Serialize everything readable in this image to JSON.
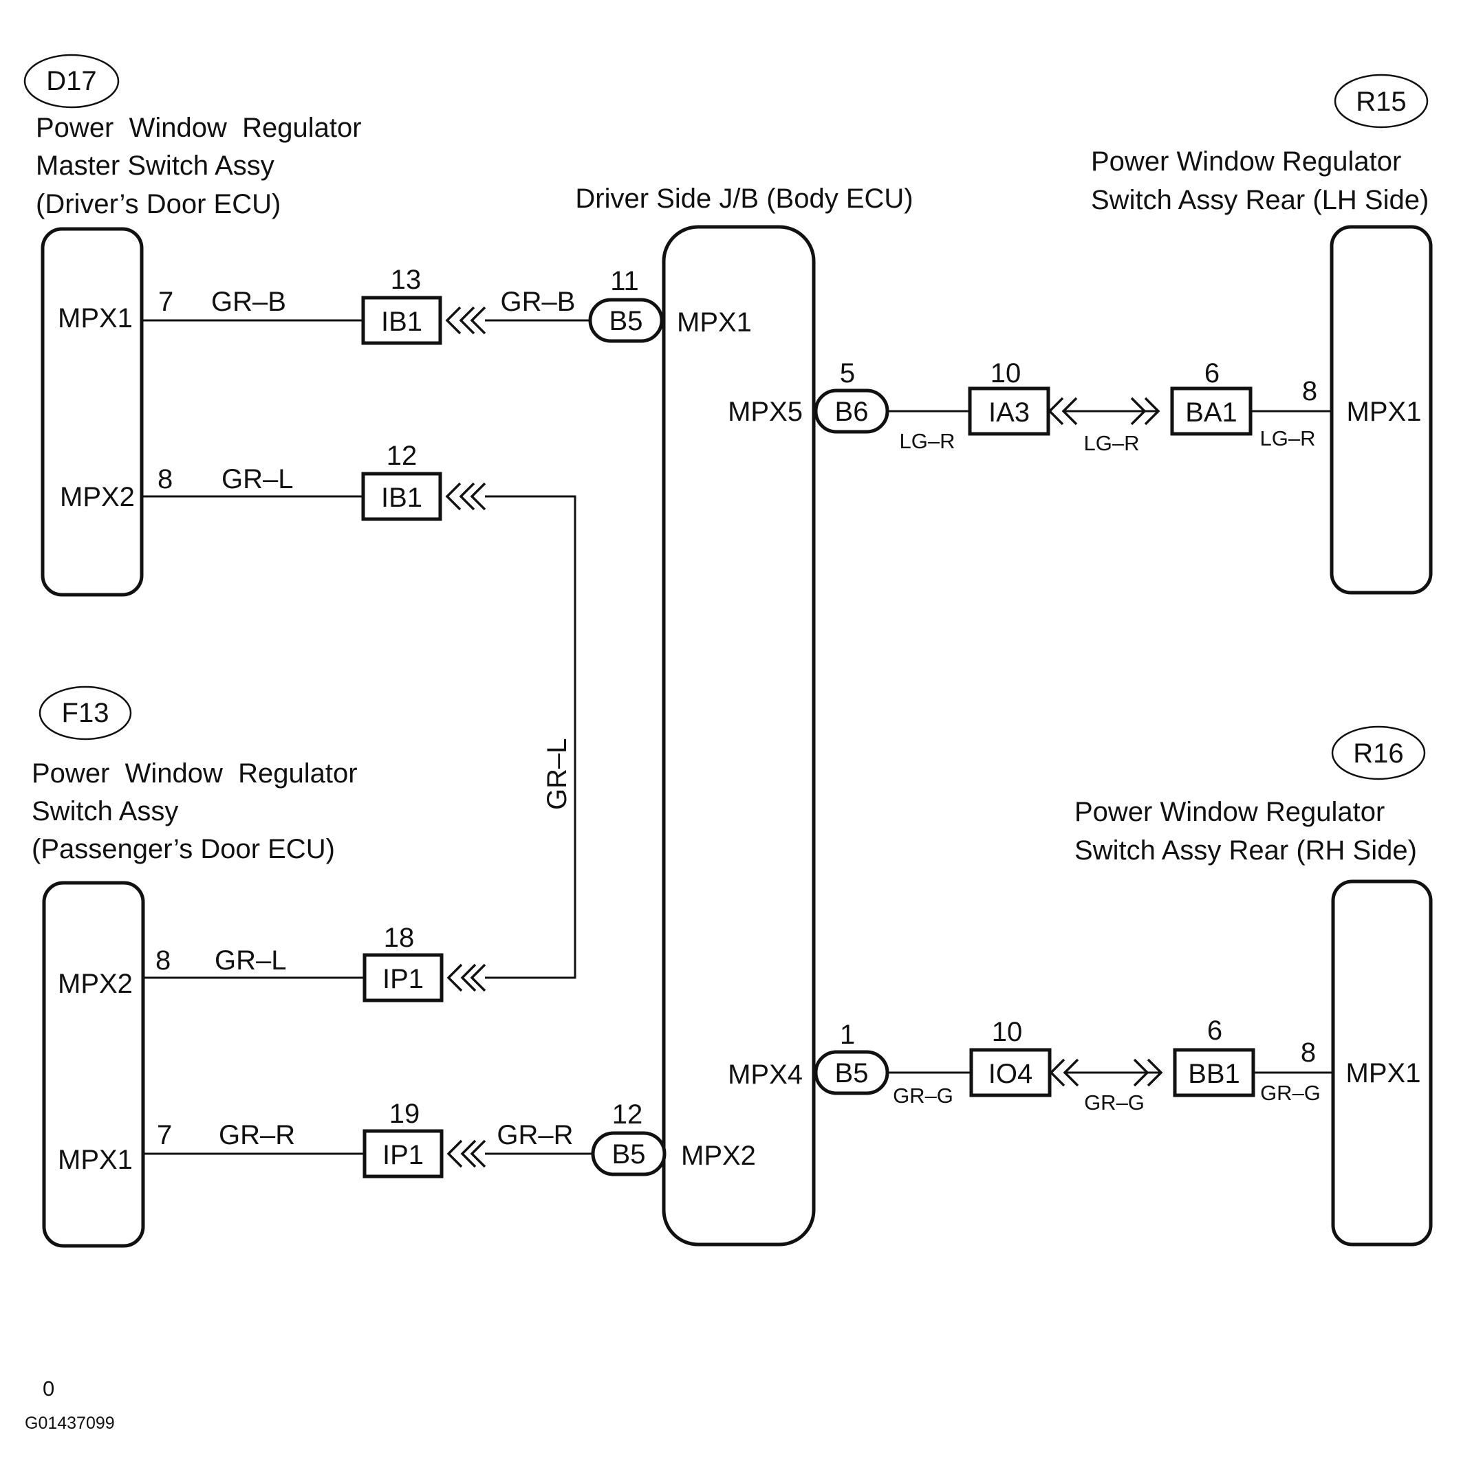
{
  "components": {
    "d17": {
      "code": "D17",
      "title_lines": [
        "Power  Window  Regulator",
        "Master Switch Assy",
        "(Driver’s Door ECU)"
      ],
      "pins": [
        {
          "name": "MPX1",
          "num": "7",
          "wire": "GR–B",
          "connector": "IB1",
          "conn_pin": "13"
        },
        {
          "name": "MPX2",
          "num": "8",
          "wire": "GR–L",
          "connector": "IB1",
          "conn_pin": "12"
        }
      ]
    },
    "f13": {
      "code": "F13",
      "title_lines": [
        "Power  Window  Regulator",
        "Switch Assy",
        "(Passenger’s Door ECU)"
      ],
      "pins": [
        {
          "name": "MPX2",
          "num": "8",
          "wire": "GR–L",
          "connector": "IP1",
          "conn_pin": "18"
        },
        {
          "name": "MPX1",
          "num": "7",
          "wire": "GR–R",
          "connector": "IP1",
          "conn_pin": "19"
        }
      ]
    },
    "jb": {
      "title": "Driver Side J/B (Body ECU)",
      "pins": [
        {
          "name": "MPX1",
          "num": "11",
          "plug": "B5",
          "wire": "GR–B"
        },
        {
          "name": "MPX5",
          "num": "5",
          "plug": "B6",
          "wire": "LG–R"
        },
        {
          "name": "MPX4",
          "num": "1",
          "plug": "B5",
          "wire": "GR–G"
        },
        {
          "name": "MPX2",
          "num": "12",
          "plug": "B5",
          "wire": "GR–R"
        }
      ],
      "vertical_wire": "GR–L"
    },
    "r15": {
      "code": "R15",
      "title_lines": [
        "Power Window Regulator",
        "Switch Assy Rear (LH Side)"
      ],
      "pin": {
        "name": "MPX1",
        "num": "8"
      },
      "path": [
        {
          "connector": "IA3",
          "num": "10",
          "wire": "LG–R"
        },
        {
          "connector": "BA1",
          "num": "6",
          "wire": "LG–R"
        }
      ]
    },
    "r16": {
      "code": "R16",
      "title_lines": [
        "Power Window Regulator",
        "Switch Assy Rear (RH Side)"
      ],
      "pin": {
        "name": "MPX1",
        "num": "8"
      },
      "path": [
        {
          "connector": "IO4",
          "num": "10",
          "wire": "GR–G"
        },
        {
          "connector": "BB1",
          "num": "6",
          "wire": "GR–G"
        }
      ]
    }
  },
  "footer": {
    "page_marker": "0",
    "figure_id": "G01437099"
  }
}
